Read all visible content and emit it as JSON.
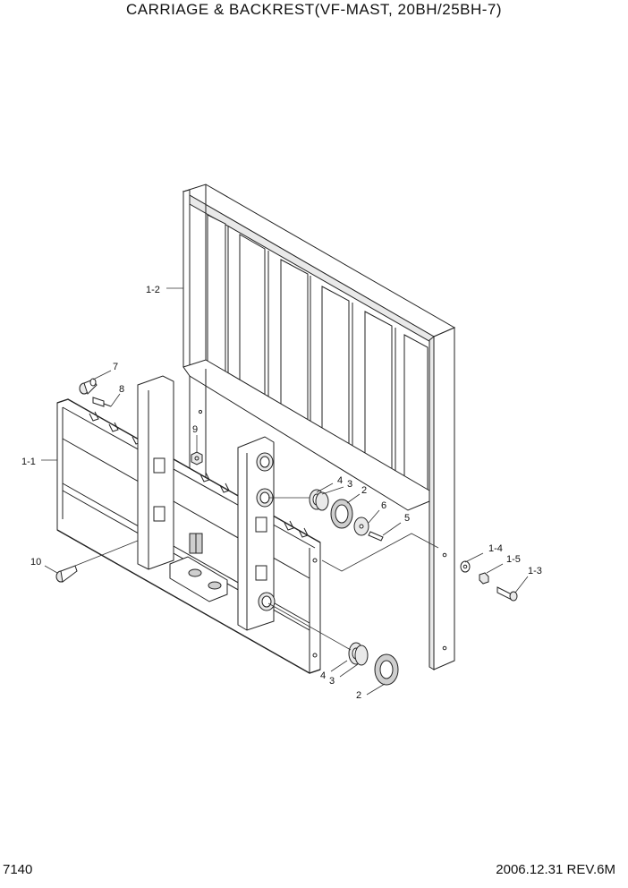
{
  "header": {
    "title": "CARRIAGE & BACKREST(VF-MAST, 20BH/25BH-7)"
  },
  "footer": {
    "page_number": "7140",
    "revision": "2006.12.31  REV.6M"
  },
  "callouts": {
    "backrest": "1-2",
    "carriage": "1-1",
    "stud_7": "7",
    "pin_8": "8",
    "nut_9": "9",
    "bolt_10": "10",
    "shim_4_upper": "4",
    "spacer_3_upper": "3",
    "roller_2_upper": "2",
    "washer_6": "6",
    "screw_5": "5",
    "washer_1_4": "1-4",
    "nut_1_5": "1-5",
    "bolt_1_3": "1-3",
    "shim_4_lower": "4",
    "spacer_3_lower": "3",
    "roller_2_lower": "2"
  }
}
